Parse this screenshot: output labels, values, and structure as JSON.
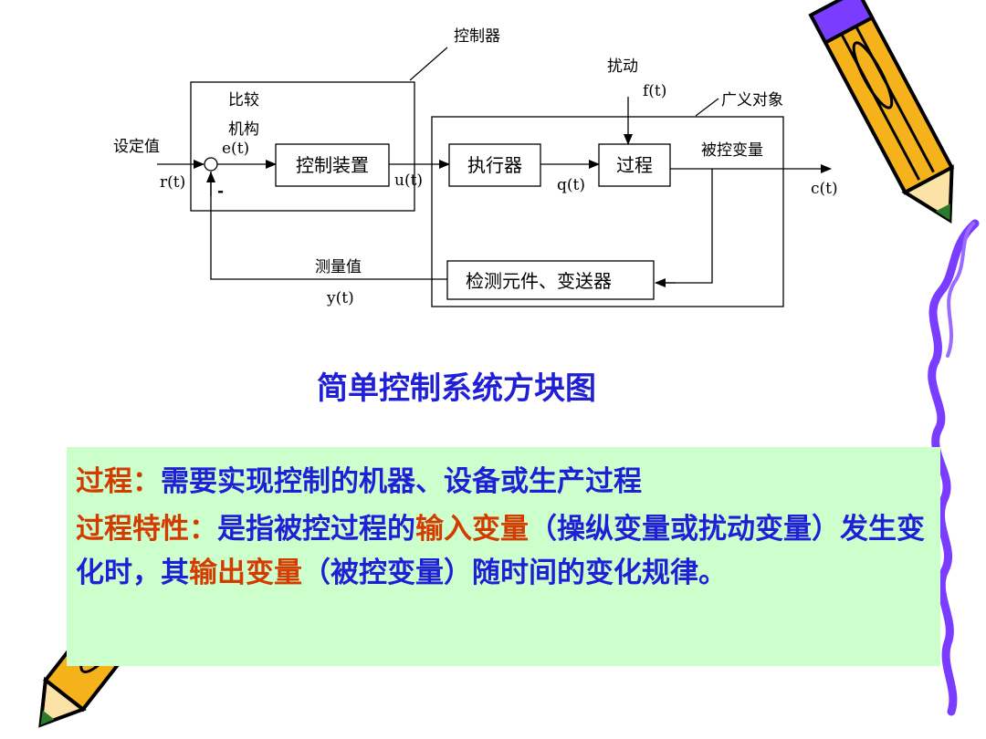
{
  "diagram": {
    "controller_label": "控制器",
    "comparator_label_line1": "比较",
    "comparator_label_line2": "机构",
    "setpoint_label": "设定值",
    "r_signal": "r(t)",
    "e_signal": "e(t)",
    "minus_sign": "-",
    "control_device": "控制装置",
    "u_signal": "u(t)",
    "disturbance_label": "扰动",
    "f_signal": "f(t)",
    "plant_label": "广义对象",
    "actuator": "执行器",
    "q_signal": "q(t)",
    "process": "过程",
    "controlled_variable": "被控变量",
    "c_signal": "c(t)",
    "measured_value": "测量值",
    "y_signal": "y(t)",
    "sensor": "检测元件、变送器"
  },
  "caption": "简单控制系统方块图",
  "definition": {
    "term1": "过程：",
    "text1": "需要实现控制的机器、设备或生产过程",
    "term2": "过程特性：",
    "text2a": "是指被控过程的",
    "highlight_input": "输入变量",
    "text2b": "（操纵变量或扰动变量）发生变化时，其",
    "highlight_output": "输出变量",
    "text2c": "（被控变量）随时间的变化规律。"
  },
  "colors": {
    "caption": "#1f1fd6",
    "highlight": "#d23c00",
    "box_background": "#ccffcc",
    "squiggle": "#7a3cff"
  },
  "decorations": {
    "top_right": "pencil-icon",
    "bottom_left": "pencil-icon",
    "right_edge": "squiggle-line"
  }
}
